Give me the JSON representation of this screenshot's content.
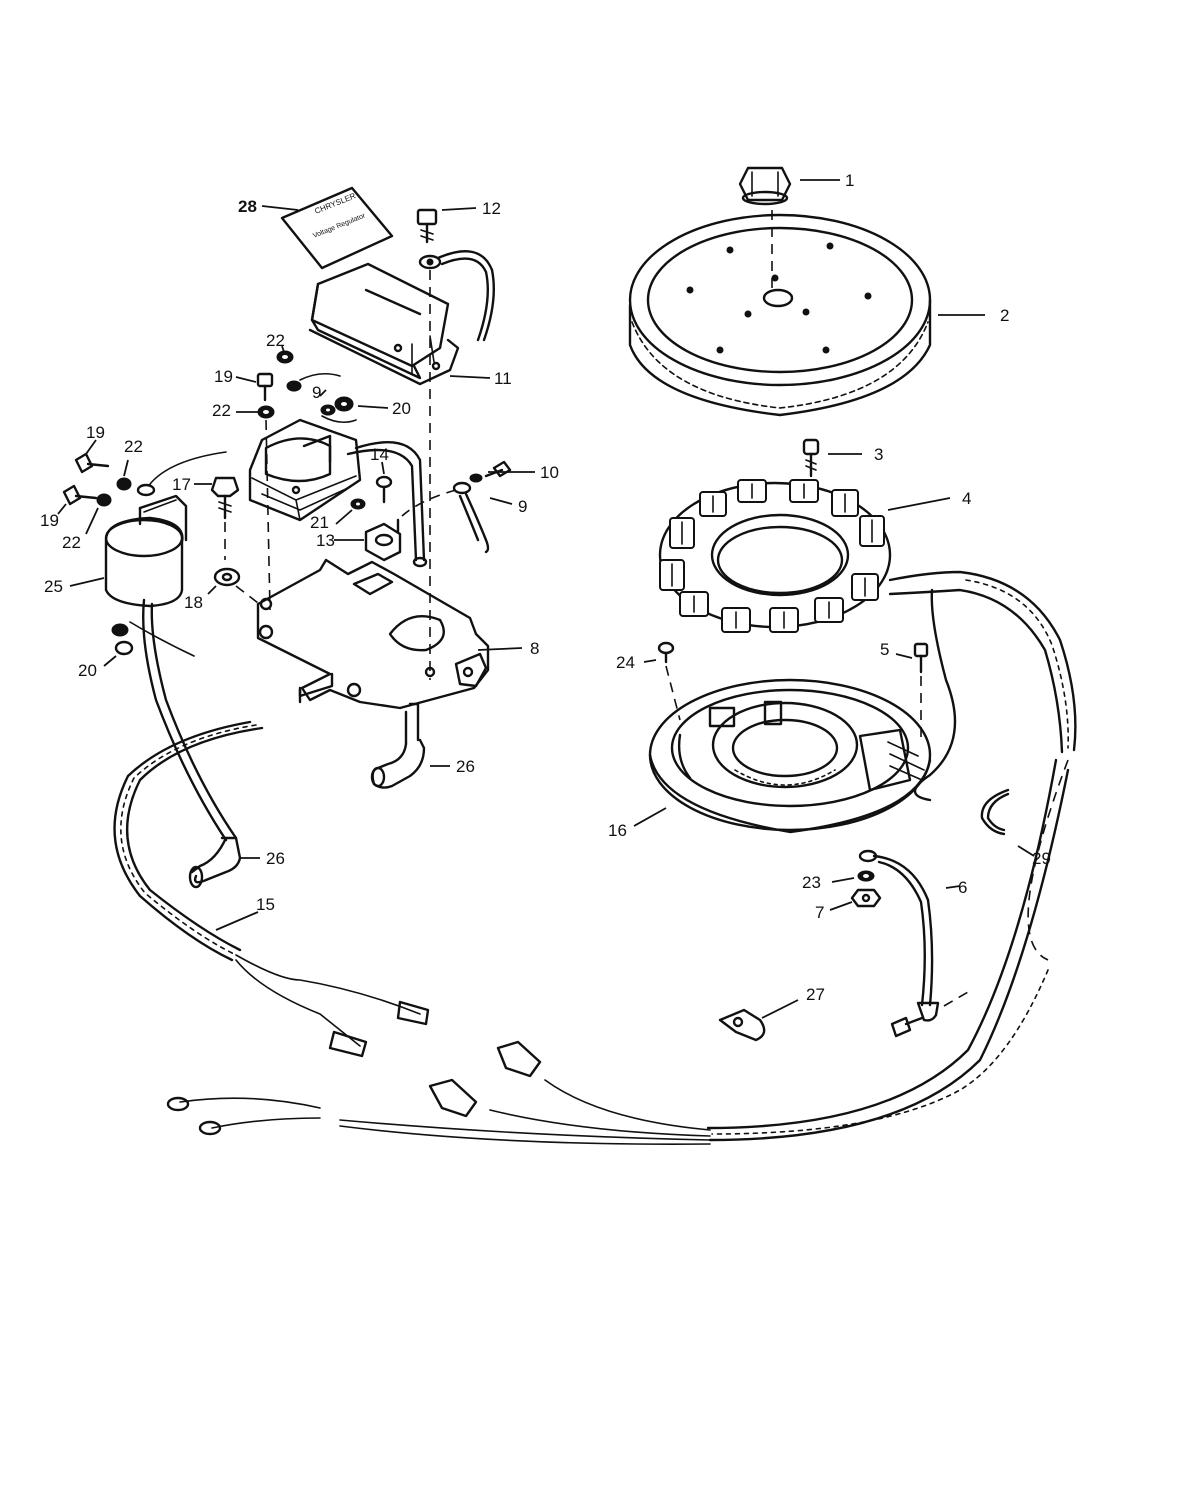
{
  "labels": {
    "p1": "1",
    "p2": "2",
    "p3": "3",
    "p4": "4",
    "p5": "5",
    "p6": "6",
    "p7": "7",
    "p8": "8",
    "p9a": "9",
    "p9b": "9",
    "p10": "10",
    "p11": "11",
    "p12": "12",
    "p13": "13",
    "p14": "14",
    "p15": "15",
    "p16": "16",
    "p17": "17",
    "p18": "18",
    "p19a": "19",
    "p19b": "19",
    "p19c": "19",
    "p20a": "20",
    "p20b": "20",
    "p21": "21",
    "p22a": "22",
    "p22b": "22",
    "p22c": "22",
    "p22d": "22",
    "p23": "23",
    "p24": "24",
    "p25": "25",
    "p26a": "26",
    "p26b": "26",
    "p27": "27",
    "p28": "28",
    "p29": "29"
  },
  "decal": {
    "line1": "CHRYSLER",
    "line2": "Voltage Regulator"
  }
}
